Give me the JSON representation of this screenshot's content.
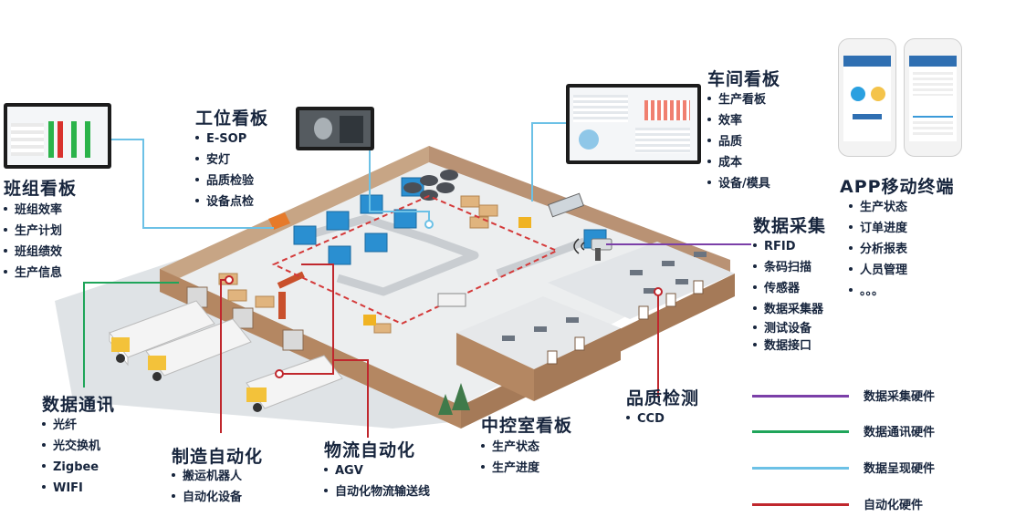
{
  "sections": {
    "banzu": {
      "title": "班组看板",
      "items": [
        "班组效率",
        "生产计划",
        "班组绩效",
        "生产信息"
      ]
    },
    "gongwei": {
      "title": "工位看板",
      "items": [
        "E-SOP",
        "安灯",
        "品质检验",
        "设备点检"
      ]
    },
    "chejian": {
      "title": "车间看板",
      "items": [
        "生产看板",
        "效率",
        "品质",
        "成本",
        "设备/模具"
      ]
    },
    "app": {
      "title": "APP移动终端",
      "items": [
        "生产状态",
        "订单进度",
        "分析报表",
        "人员管理",
        "。。。"
      ]
    },
    "caiji": {
      "title": "数据采集",
      "items": [
        "RFID",
        "条码扫描",
        "传感器",
        "数据采集器",
        "测试设备",
        "数据接口"
      ]
    },
    "tongxun": {
      "title": "数据通讯",
      "items": [
        "光纤",
        "光交换机",
        "Zigbee",
        "WIFI"
      ]
    },
    "zhizao": {
      "title": "制造自动化",
      "items": [
        "搬运机器人",
        "自动化设备"
      ]
    },
    "wuliu": {
      "title": "物流自动化",
      "items": [
        "AGV",
        "自动化物流输送线"
      ]
    },
    "zhongkong": {
      "title": "中控室看板",
      "items": [
        "生产状态",
        "生产进度"
      ]
    },
    "pinzhi": {
      "title": "品质检测",
      "items": [
        "CCD"
      ]
    }
  },
  "legend": [
    {
      "label": "数据采集硬件",
      "color": "#7b3fa8"
    },
    {
      "label": "数据通讯硬件",
      "color": "#1fa55a"
    },
    {
      "label": "数据呈现硬件",
      "color": "#6cc1e6"
    },
    {
      "label": "自动化硬件",
      "color": "#c0272d"
    }
  ]
}
